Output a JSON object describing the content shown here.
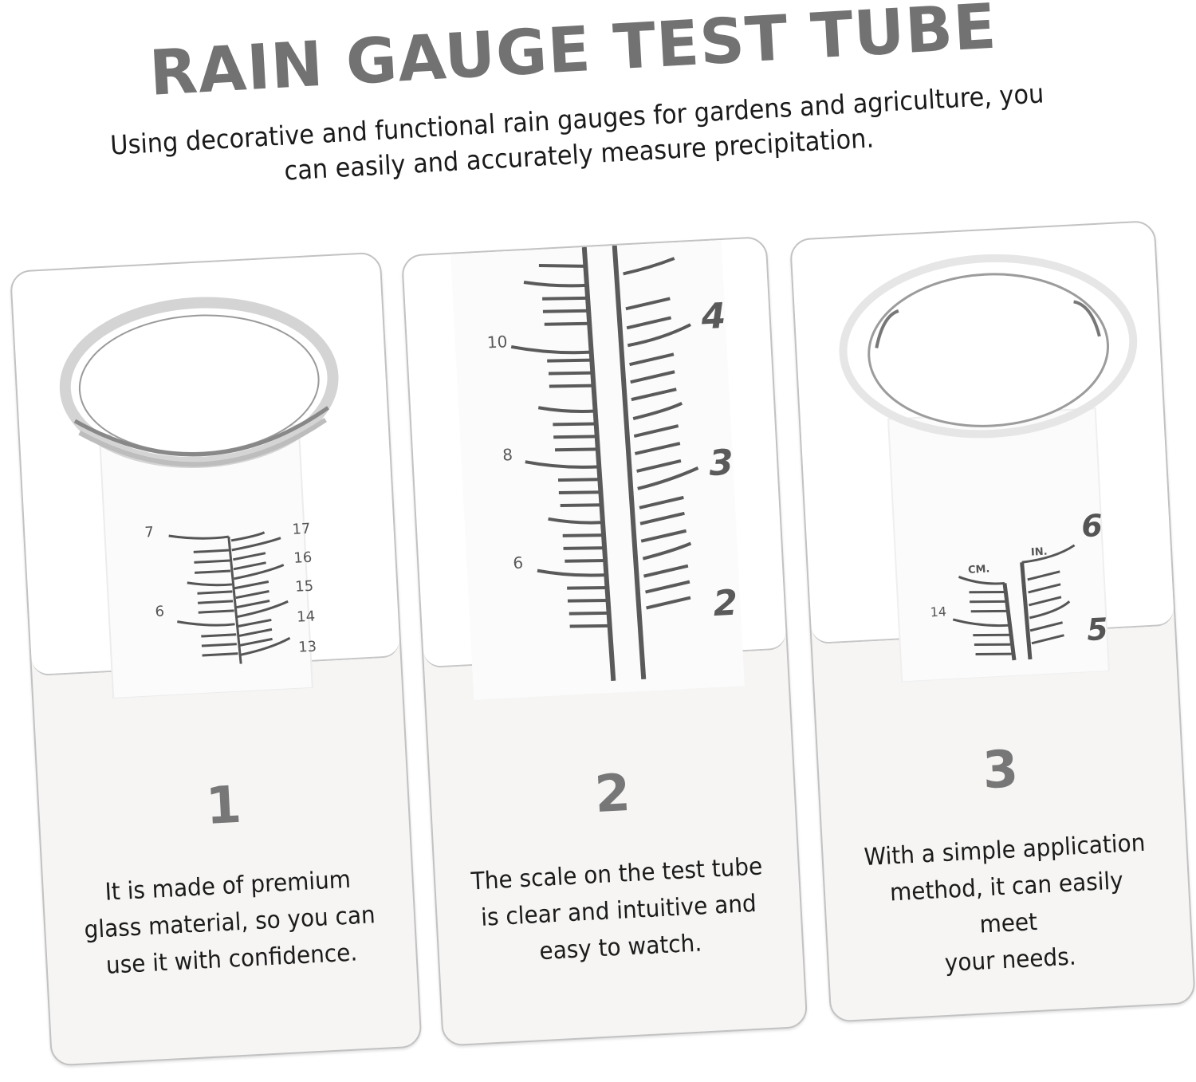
{
  "header": {
    "title": "RAIN GAUGE TEST TUBE",
    "subtitle_line1": "Using decorative and functional rain gauges for gardens and agriculture, you",
    "subtitle_line2": "can easily and accurately measure precipitation."
  },
  "cards": [
    {
      "number": "1",
      "desc_line1": "It is made of premium",
      "desc_line2": "glass material, so you can",
      "desc_line3": "use it with confidence.",
      "image": {
        "subject": "glass-tube-top-rim",
        "left_scale_labels": [
          "7",
          "6"
        ],
        "right_scale_labels": [
          "17",
          "16",
          "15",
          "14",
          "13"
        ]
      }
    },
    {
      "number": "2",
      "desc_line1": "The scale on the test tube",
      "desc_line2": "is clear and intuitive and",
      "desc_line3": "easy to watch.",
      "image": {
        "subject": "tube-scale-closeup",
        "left_scale_labels": [
          "10",
          "8",
          "6"
        ],
        "right_scale_labels": [
          "4",
          "3",
          "2"
        ]
      }
    },
    {
      "number": "3",
      "desc_line1": "With a simple application",
      "desc_line2": "method, it can easily meet",
      "desc_line3": "your needs.",
      "image": {
        "subject": "glass-tube-top-rim-units",
        "left_unit": "CM.",
        "right_unit": "IN.",
        "left_scale_labels": [
          "14"
        ],
        "right_scale_labels": [
          "6",
          "5"
        ]
      }
    }
  ],
  "colors": {
    "title_gray": "#727272",
    "number_gray": "#777777",
    "card_bg": "#f6f5f4",
    "card_border": "#c2c2c2",
    "scale_ink": "#555555"
  }
}
